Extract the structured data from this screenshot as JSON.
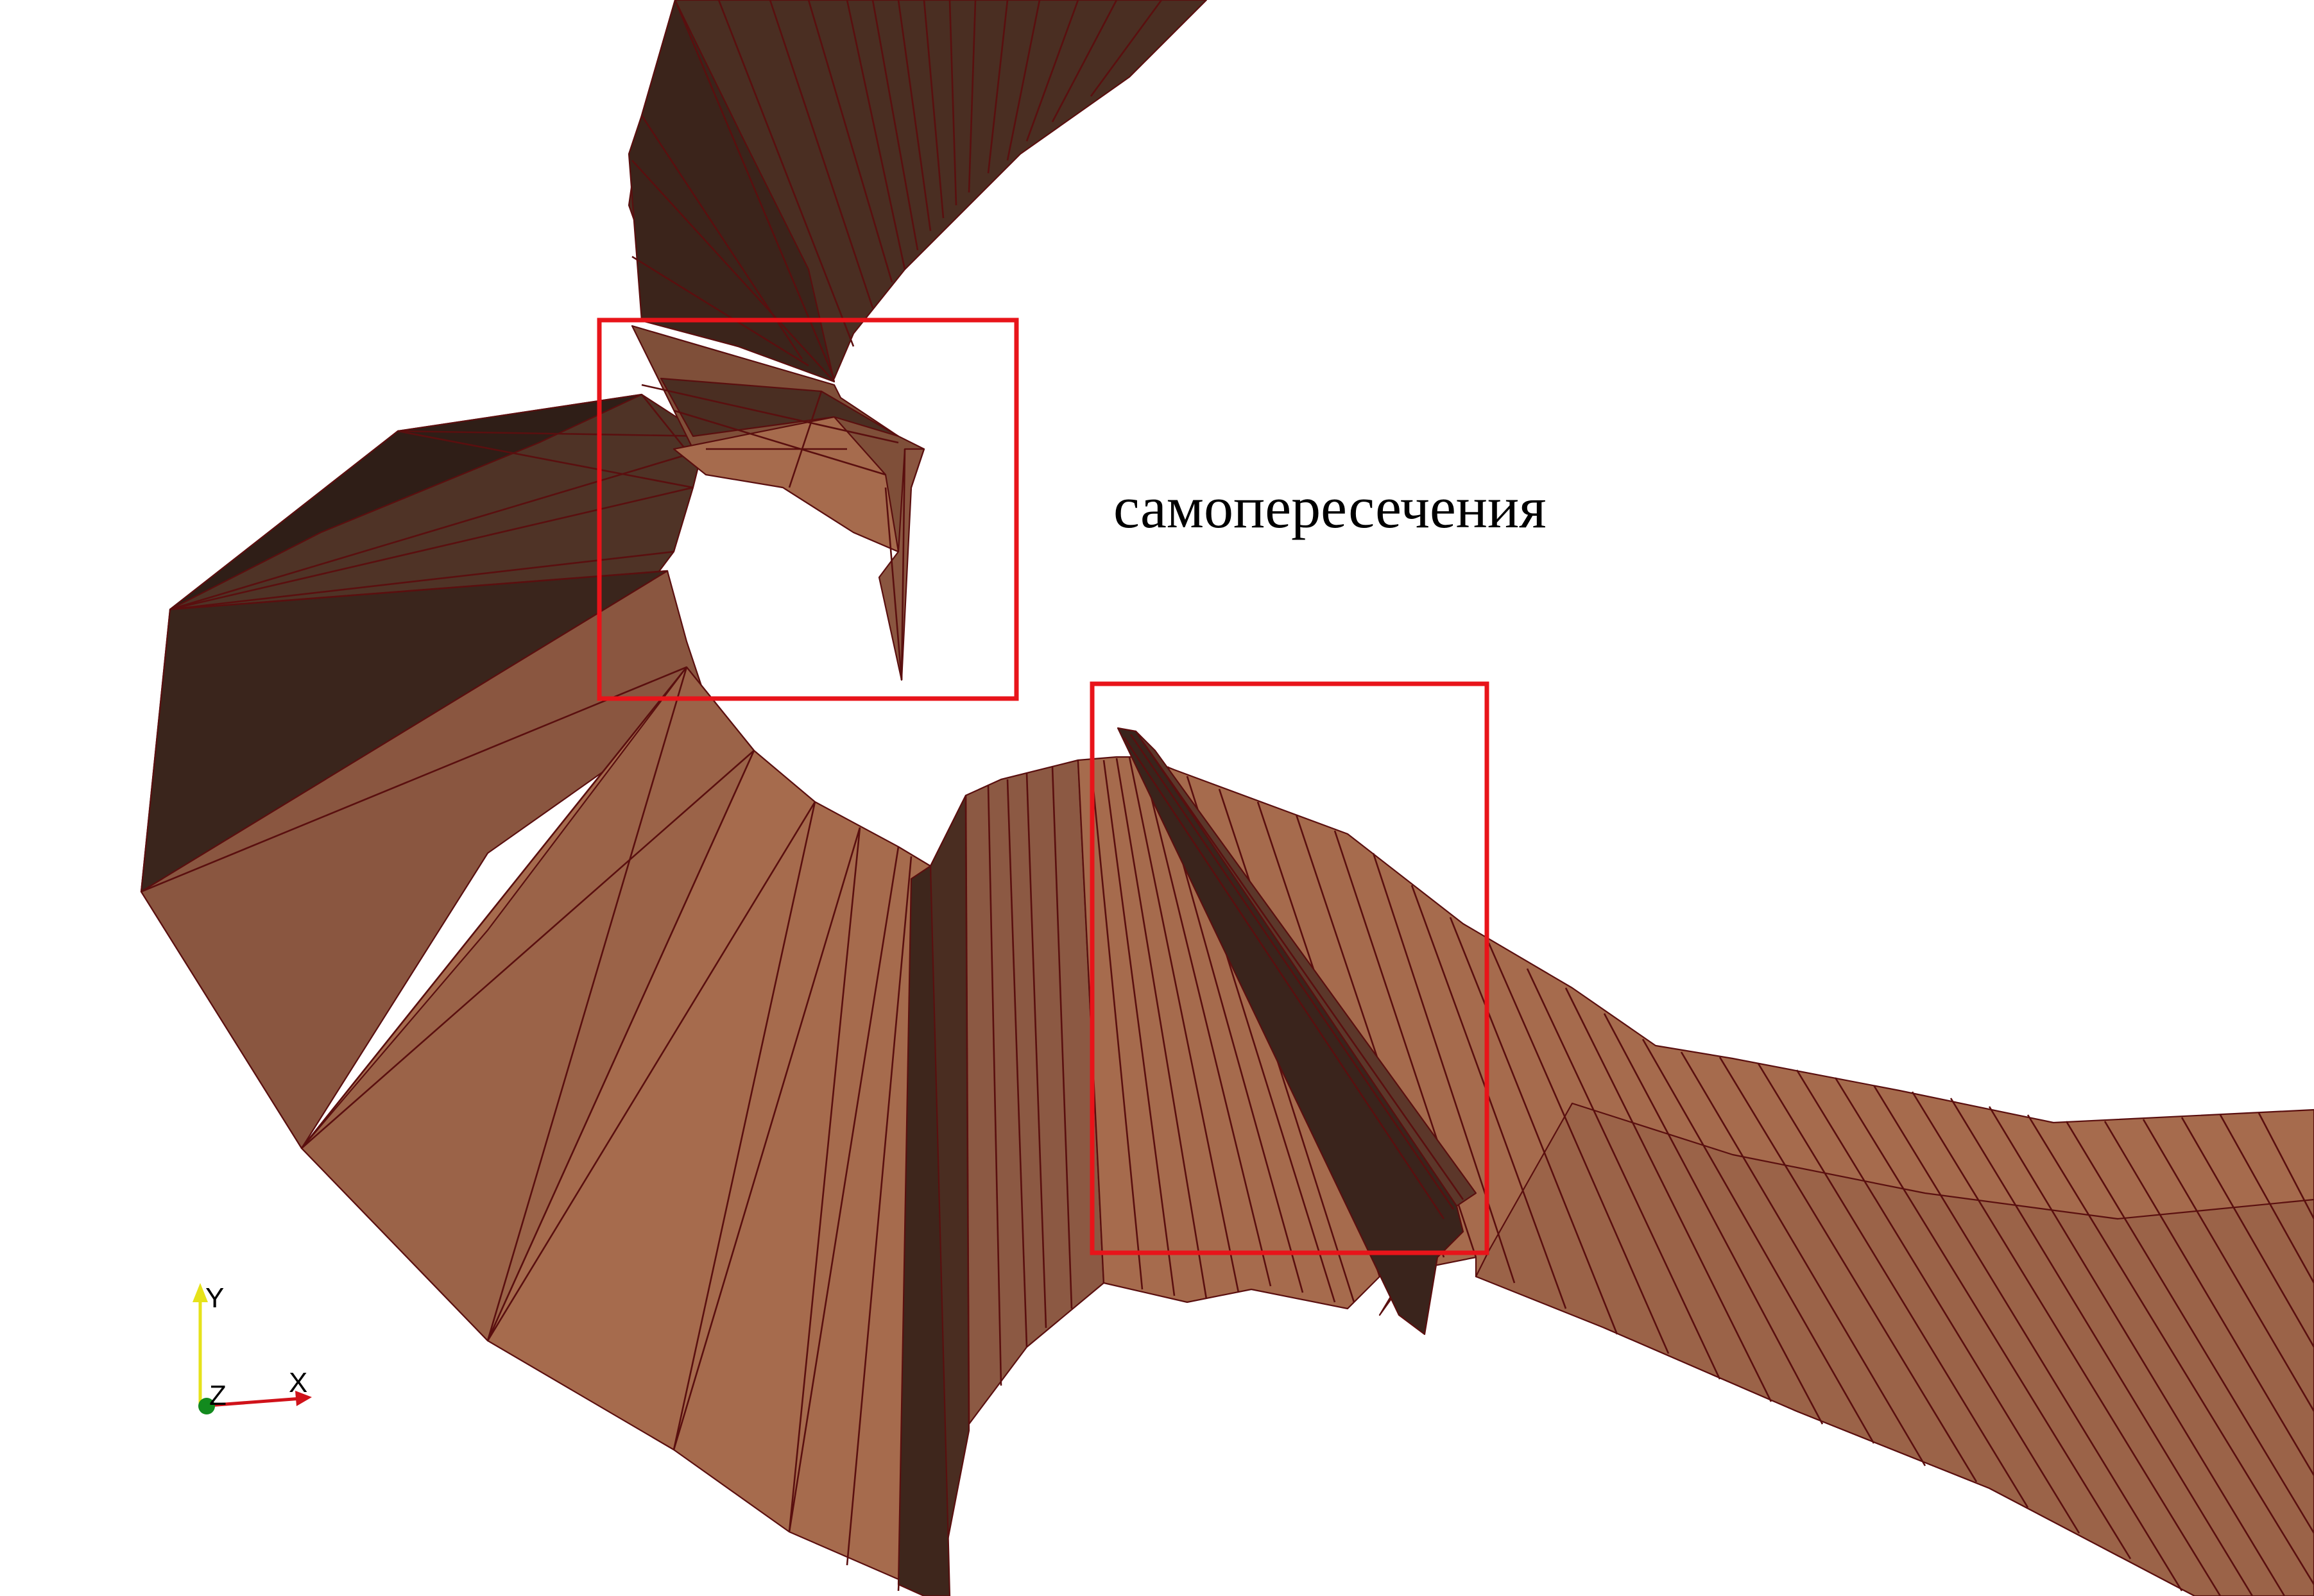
{
  "annotation": {
    "label": "самопересечения"
  },
  "axes_triad": {
    "x_label": "X",
    "y_label": "Y",
    "z_label": "Z"
  },
  "colors": {
    "surface_light": "#a66b4d",
    "surface_mid": "#7f4f39",
    "surface_dark": "#3a241c",
    "mesh_edges": "#5a0f0f",
    "highlight_box": "#e8141a",
    "axis_x": "#d0121a",
    "axis_y": "#e6e21a",
    "axis_z": "#128a1e"
  }
}
